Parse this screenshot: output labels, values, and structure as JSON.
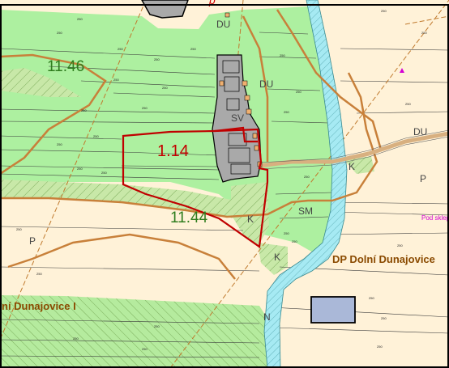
{
  "map": {
    "top_fragment": "p",
    "zone_labels": {
      "i146": "11.46",
      "i114": "1.14",
      "i144": "11.44",
      "du_top": "DU",
      "du_mid": "DU",
      "du_right": "DU",
      "sv": "SV",
      "sm": "SM",
      "k_mid": "K",
      "k_low": "K",
      "k_right": "K",
      "p_left": "P",
      "p_right": "P",
      "n": "N"
    },
    "place_labels": {
      "dp_dolni": "DP Dolní Dunajovice",
      "dolni_left": "ní Dunajovice I",
      "pod_sklep": "Pod sklep"
    },
    "colors": {
      "green_zone": "#adf0a0",
      "beige": "#fff2d8",
      "river": "#9fe6f0",
      "boundary_red": "#c00000",
      "road_brown": "#c8803a",
      "building_gray": "#a9a9a9"
    }
  }
}
